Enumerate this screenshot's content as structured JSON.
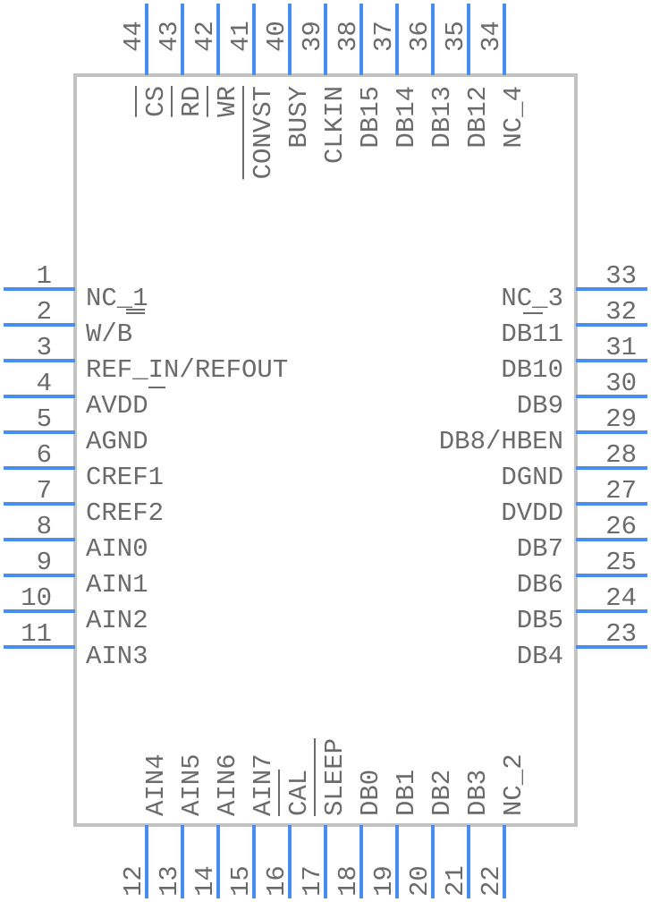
{
  "component": {
    "type": "IC schematic symbol",
    "pin_count": 44,
    "colors": {
      "pin": "#4a8df0",
      "body_outline": "#c2c2c2",
      "text": "#6b6b6b"
    }
  },
  "pins": {
    "left": [
      {
        "number": "1",
        "name": "NC_1"
      },
      {
        "number": "2",
        "name": "W/B"
      },
      {
        "number": "3",
        "name": "REF_IN/REFOUT"
      },
      {
        "number": "4",
        "name": "AVDD"
      },
      {
        "number": "5",
        "name": "AGND"
      },
      {
        "number": "6",
        "name": "CREF1"
      },
      {
        "number": "7",
        "name": "CREF2"
      },
      {
        "number": "8",
        "name": "AIN0"
      },
      {
        "number": "9",
        "name": "AIN1"
      },
      {
        "number": "10",
        "name": "AIN2"
      },
      {
        "number": "11",
        "name": "AIN3"
      }
    ],
    "right": [
      {
        "number": "33",
        "name": "NC_3"
      },
      {
        "number": "32",
        "name": "DB11"
      },
      {
        "number": "31",
        "name": "DB10"
      },
      {
        "number": "30",
        "name": "DB9"
      },
      {
        "number": "29",
        "name": "DB8/HBEN"
      },
      {
        "number": "28",
        "name": "DGND"
      },
      {
        "number": "27",
        "name": "DVDD"
      },
      {
        "number": "26",
        "name": "DB7"
      },
      {
        "number": "25",
        "name": "DB6"
      },
      {
        "number": "24",
        "name": "DB5"
      },
      {
        "number": "23",
        "name": "DB4"
      }
    ],
    "top": [
      {
        "number": "44",
        "name": "CS",
        "active_low": true
      },
      {
        "number": "43",
        "name": "RD",
        "active_low": true
      },
      {
        "number": "42",
        "name": "WR",
        "active_low": true
      },
      {
        "number": "41",
        "name": "CONVST",
        "active_low": true
      },
      {
        "number": "40",
        "name": "BUSY"
      },
      {
        "number": "39",
        "name": "CLKIN"
      },
      {
        "number": "38",
        "name": "DB15"
      },
      {
        "number": "37",
        "name": "DB14"
      },
      {
        "number": "36",
        "name": "DB13"
      },
      {
        "number": "35",
        "name": "DB12"
      },
      {
        "number": "34",
        "name": "NC_4"
      }
    ],
    "bottom": [
      {
        "number": "12",
        "name": "AIN4"
      },
      {
        "number": "13",
        "name": "AIN5"
      },
      {
        "number": "14",
        "name": "AIN6"
      },
      {
        "number": "15",
        "name": "AIN7"
      },
      {
        "number": "16",
        "name": "CAL",
        "active_low": true
      },
      {
        "number": "17",
        "name": "SLEEP",
        "active_low": true
      },
      {
        "number": "18",
        "name": "DB0"
      },
      {
        "number": "19",
        "name": "DB1"
      },
      {
        "number": "20",
        "name": "DB2"
      },
      {
        "number": "21",
        "name": "DB3"
      },
      {
        "number": "22",
        "name": "NC_2"
      }
    ]
  }
}
